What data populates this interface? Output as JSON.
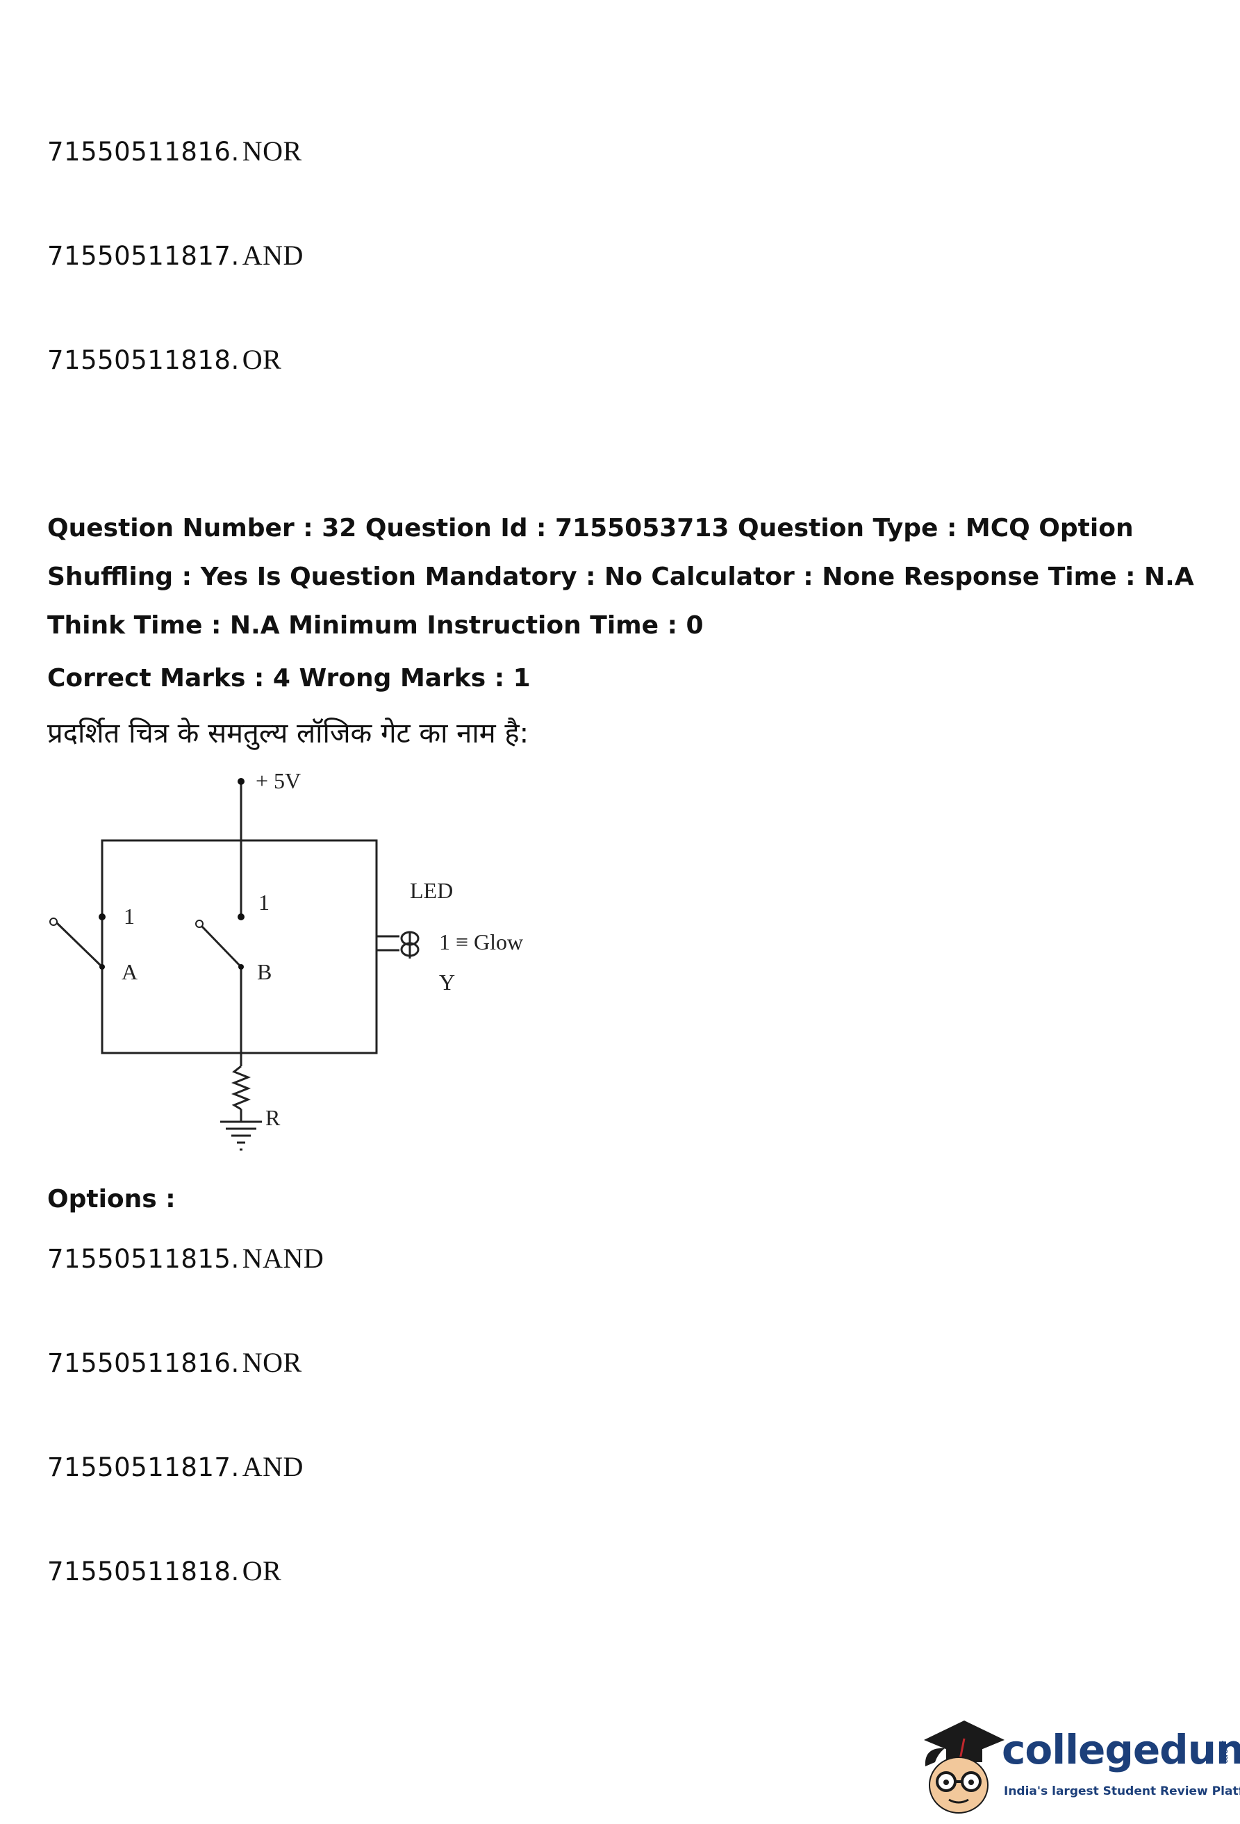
{
  "top_options": [
    {
      "id": "71550511816.",
      "text": "NOR"
    },
    {
      "id": "71550511817.",
      "text": "AND"
    },
    {
      "id": "71550511818.",
      "text": "OR"
    }
  ],
  "question_header": "Question Number : 32 Question Id : 7155053713 Question Type : MCQ Option Shuffling : Yes Is Question Mandatory : No Calculator : None Response Time : N.A Think Time : N.A Minimum Instruction Time : 0",
  "marks": "Correct Marks : 4 Wrong Marks : 1",
  "question_text": "प्रदर्शित चित्र के समतुल्य लॉजिक गेट का नाम है:",
  "circuit_labels": {
    "supply": "+ 5V",
    "switch_a_on": "1",
    "switch_b_on": "1",
    "switch_a": "A",
    "switch_b": "B",
    "led": "LED",
    "glow": "1 ≡ Glow",
    "output": "Y",
    "resistor": "R"
  },
  "options_label": "Options :",
  "options": [
    {
      "id": "71550511815.",
      "text": "NAND"
    },
    {
      "id": "71550511816.",
      "text": "NOR"
    },
    {
      "id": "71550511817.",
      "text": "AND"
    },
    {
      "id": "71550511818.",
      "text": "OR"
    }
  ],
  "logo": {
    "wordmark": "collegedunia",
    "domain": ".com",
    "tagline": "India's largest Student Review Platform",
    "brand_color": "#1c3f7a",
    "accent_color": "#c0272d"
  }
}
